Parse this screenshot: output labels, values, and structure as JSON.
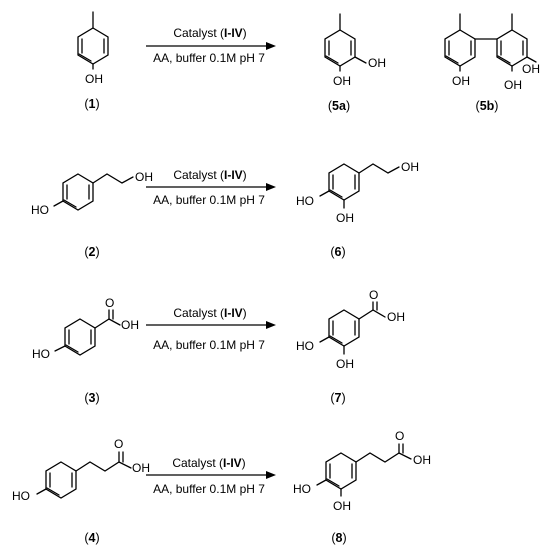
{
  "scheme": {
    "reactions": [
      {
        "reactant": {
          "id": "1",
          "groups": [
            "OH"
          ]
        },
        "condition_top": {
          "prefix": "Catalyst (",
          "bold": "I-IV",
          "suffix": ")"
        },
        "condition_bottom": "AA, buffer 0.1M pH 7",
        "products": [
          {
            "id": "5a",
            "groups": [
              "OH",
              "OH"
            ]
          },
          {
            "id": "5b",
            "groups": [
              "OH",
              "OH",
              "OH"
            ]
          }
        ]
      },
      {
        "reactant": {
          "id": "2",
          "groups": [
            "OH",
            "HO"
          ]
        },
        "condition_top": {
          "prefix": "Catalyst (",
          "bold": "I-IV",
          "suffix": ")"
        },
        "condition_bottom": "AA, buffer 0.1M pH 7",
        "products": [
          {
            "id": "6",
            "groups": [
              "OH",
              "HO",
              "OH"
            ]
          }
        ]
      },
      {
        "reactant": {
          "id": "3",
          "groups": [
            "OH",
            "O",
            "HO"
          ]
        },
        "condition_top": {
          "prefix": "Catalyst (",
          "bold": "I-IV",
          "suffix": ")"
        },
        "condition_bottom": "AA, buffer 0.1M pH 7",
        "products": [
          {
            "id": "7",
            "groups": [
              "OH",
              "O",
              "HO",
              "OH"
            ]
          }
        ]
      },
      {
        "reactant": {
          "id": "4",
          "groups": [
            "O",
            "OH",
            "HO"
          ]
        },
        "condition_top": {
          "prefix": "Catalyst (",
          "bold": "I-IV",
          "suffix": ")"
        },
        "condition_bottom": "AA, buffer 0.1M pH 7",
        "products": [
          {
            "id": "8",
            "groups": [
              "O",
              "OH",
              "HO",
              "OH"
            ]
          }
        ]
      }
    ]
  }
}
